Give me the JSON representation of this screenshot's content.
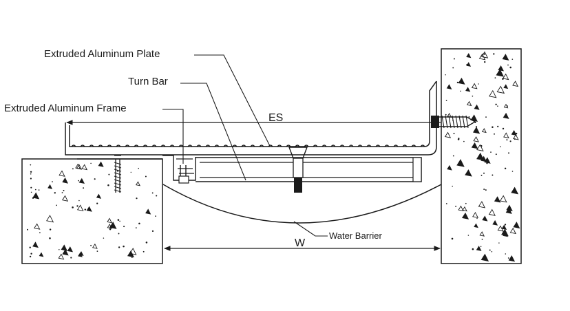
{
  "labels": {
    "plate": "Extruded Aluminum Plate",
    "turn_bar": "Turn Bar",
    "frame": "Extruded Aluminum Frame",
    "es": "ES",
    "water_barrier": "Water Barrier",
    "w": "W"
  },
  "colors": {
    "line": "#1a1a1a",
    "concrete_fill": "#ffffff",
    "background": "#ffffff"
  }
}
